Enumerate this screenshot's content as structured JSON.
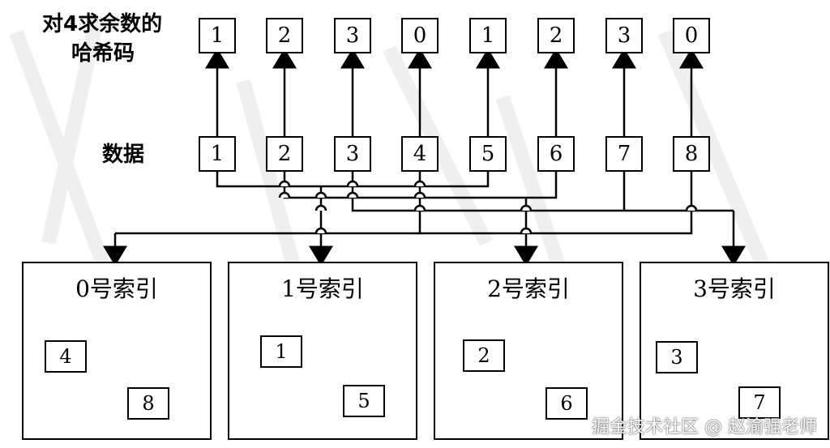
{
  "labels": {
    "hash_line1": "对4求余数的",
    "hash_line2": "哈希码",
    "data": "数据"
  },
  "hash_codes": [
    "1",
    "2",
    "3",
    "0",
    "1",
    "2",
    "3",
    "0"
  ],
  "data_values": [
    "1",
    "2",
    "3",
    "4",
    "5",
    "6",
    "7",
    "8"
  ],
  "panels": [
    {
      "title": "0号索引",
      "items": [
        "4",
        "8"
      ]
    },
    {
      "title": "1号索引",
      "items": [
        "1",
        "5"
      ]
    },
    {
      "title": "2号索引",
      "items": [
        "2",
        "6"
      ]
    },
    {
      "title": "3号索引",
      "items": [
        "3",
        "7"
      ]
    }
  ],
  "watermark": "掘金技术社区 @ 赵渝强老师"
}
